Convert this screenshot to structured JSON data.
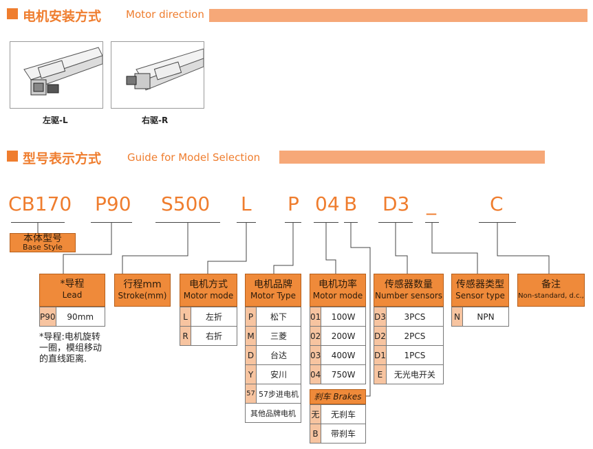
{
  "section1": {
    "title_cn": "电机安装方式",
    "title_en": "Motor direction"
  },
  "thumbnails": [
    {
      "label": "左驱-L"
    },
    {
      "label": "右驱-R"
    }
  ],
  "section2": {
    "title_cn": "型号表示方式",
    "title_en": "Guide for Model Selection"
  },
  "model_code": {
    "segments": [
      "CB170",
      "P90",
      "S500",
      "L",
      "P",
      "04",
      "B",
      "D3",
      "_",
      "C"
    ]
  },
  "fields": {
    "base": {
      "cn": "本体型号",
      "en": "Base Style"
    },
    "lead": {
      "cn": "*导程",
      "en": "Lead",
      "options": [
        {
          "key": "P90",
          "value": "90mm"
        }
      ],
      "note": "*导程:电机旋转一圈，模组移动的直线距离."
    },
    "stroke": {
      "cn": "行程mm",
      "en": "Stroke(mm)"
    },
    "motor_mode": {
      "cn": "电机方式",
      "en": "Motor mode",
      "options": [
        {
          "key": "L",
          "value": "左折"
        },
        {
          "key": "R",
          "value": "右折"
        }
      ]
    },
    "motor_type": {
      "cn": "电机品牌",
      "en": "Motor Type",
      "options": [
        {
          "key": "P",
          "value": "松下"
        },
        {
          "key": "M",
          "value": "三菱"
        },
        {
          "key": "D",
          "value": "台达"
        },
        {
          "key": "Y",
          "value": "安川"
        },
        {
          "key": "57",
          "value": "57步进电机"
        }
      ],
      "extra": "其他品牌电机"
    },
    "motor_power": {
      "cn": "电机功率",
      "en": "Motor mode",
      "options": [
        {
          "key": "01",
          "value": "100W"
        },
        {
          "key": "02",
          "value": "200W"
        },
        {
          "key": "03",
          "value": "400W"
        },
        {
          "key": "04",
          "value": "750W"
        }
      ]
    },
    "brakes": {
      "label": "刹车 Brakes",
      "options": [
        {
          "key": "无",
          "value": "无刹车"
        },
        {
          "key": "B",
          "value": "带刹车"
        }
      ]
    },
    "sensor_count": {
      "cn": "传感器数量",
      "en": "Number sensors",
      "options": [
        {
          "key": "D3",
          "value": "3PCS"
        },
        {
          "key": "D2",
          "value": "2PCS"
        },
        {
          "key": "D1",
          "value": "1PCS"
        },
        {
          "key": "E",
          "value": "无光电开关"
        }
      ]
    },
    "sensor_type": {
      "cn": "传感器类型",
      "en": "Sensor type",
      "options": [
        {
          "key": "N",
          "value": "NPN"
        }
      ]
    },
    "remark": {
      "cn": "备注",
      "en": "Non-standard, d.c.,"
    }
  },
  "colors": {
    "accent": "#ef7d2e",
    "bar": "#f6a878",
    "box": "#ef8a3a",
    "key_cell": "#f7c4a0"
  }
}
